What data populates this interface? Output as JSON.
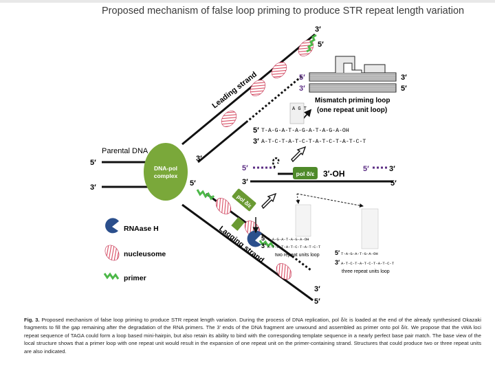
{
  "title": "Proposed mechanism of false loop priming to produce STR repeat length variation",
  "labels": {
    "parental_dna": "Parental DNA",
    "five_prime": "5′",
    "three_prime": "3′",
    "dna_pol_line1": "DNA-pol",
    "dna_pol_line2": "complex",
    "leading_strand": "Leading strand",
    "lagging_strand": "Lagging strand",
    "pol_delta": "pol δ/ε",
    "three_oh": "3′-OH",
    "mismatch_line1": "Mismatch priming loop",
    "mismatch_line2": "(one repeat unit loop)",
    "two_units": "two repeat units loop",
    "three_units": "three repeat units loop",
    "seq_top": "T-A-G-A-T-A-G-A-T-A-G-A-OH",
    "seq_bottom": "A-T-C-T-A-T-C-T-A-T-C-T-A-T-C-T",
    "loop_letters": "A G T",
    "seq2_top": "T-A-G-A-T-A-G-A-OH",
    "seq2_bottom": "A-T-C-T-A-T-C-T-A-T-C-T",
    "seq3_top": "T-A-G-A-T-G-A-OH",
    "seq3_bottom": "A-T-C-T-A-T-C-T-A-T-C-T"
  },
  "legend": [
    {
      "label": "RNAase H",
      "icon": "pacman-icon"
    },
    {
      "label": "nucleusome",
      "icon": "hatched-oval-icon"
    },
    {
      "label": "primer",
      "icon": "zigzag-icon"
    }
  ],
  "caption": {
    "lead": "Fig. 3.",
    "text": " Proposed mechanism of false loop priming to produce STR repeat length variation. During the process of DNA replication, pol δ/ε is loaded at the end of the already synthesised Okazaki fragments to fill the gap remaining after the degradation of the RNA primers. The 3′ ends of the DNA fragment are unwound and assembled as primer onto pol δ/ε. We propose that the vWA loci repeat sequence of TAGA could form a loop based mini-hairpin, but also retain its ability to bind with the corresponding template sequence in a nearly perfect base pair match. The base view of the local structure shows that a primer loop with one repeat unit would result in the expansion of one repeat unit on the primer-containing strand. Structures that could produce two or three repeat units are also indicated."
  },
  "colors": {
    "complex_green": "#7aa83a",
    "primer_green": "#4cb848",
    "rnaase_blue": "#2b4f8c",
    "nucleosome_red": "#d9485f",
    "purple": "#5b2d83"
  }
}
